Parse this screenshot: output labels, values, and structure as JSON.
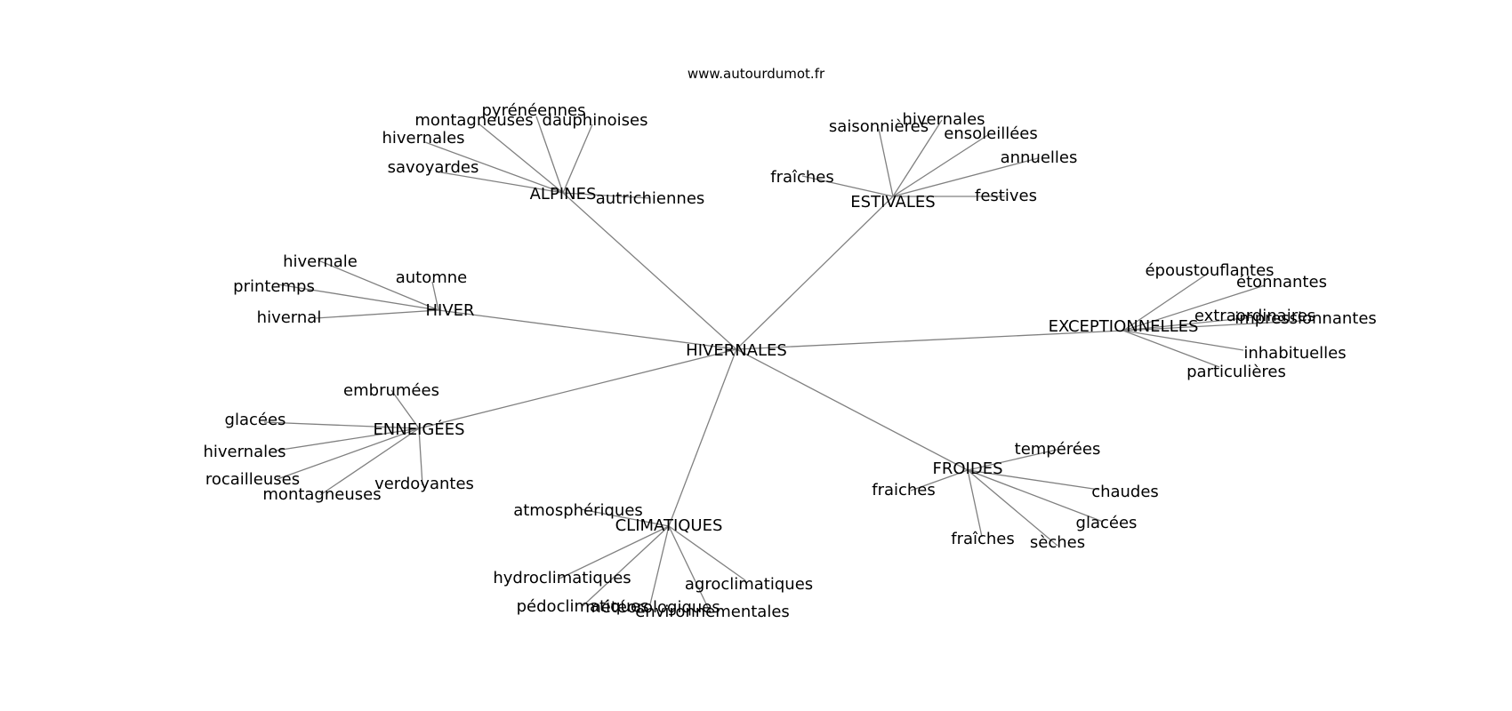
{
  "site": "www.autourdumot.fr",
  "edge_color": "#808080",
  "center": "HIVERNALES",
  "clusters": [
    {
      "hub": "ALPINES",
      "leaves": [
        "pyrénéennes",
        "montagneuses",
        "dauphinoises",
        "hivernales",
        "savoyardes",
        "autrichiennes"
      ]
    },
    {
      "hub": "ESTIVALES",
      "leaves": [
        "saisonnières",
        "hivernales",
        "ensoleillées",
        "annuelles",
        "fraîches",
        "festives"
      ]
    },
    {
      "hub": "HIVER",
      "leaves": [
        "hivernale",
        "automne",
        "printemps",
        "hivernal"
      ]
    },
    {
      "hub": "EXCEPTIONNELLES",
      "leaves": [
        "époustouflantes",
        "étonnantes",
        "extraordinaires",
        "impressionnantes",
        "inhabituelles",
        "particulières"
      ]
    },
    {
      "hub": "ENNEIGÉES",
      "leaves": [
        "embrumées",
        "glacées",
        "hivernales",
        "rocailleuses",
        "montagneuses",
        "verdoyantes"
      ]
    },
    {
      "hub": "FROIDES",
      "leaves": [
        "tempérées",
        "fraiches",
        "chaudes",
        "glacées",
        "fraîches",
        "sèches"
      ]
    },
    {
      "hub": "CLIMATIQUES",
      "leaves": [
        "atmosphériques",
        "hydroclimatiques",
        "agroclimatiques",
        "pédoclimatiques",
        "météorologiques",
        "environnementales"
      ]
    }
  ]
}
